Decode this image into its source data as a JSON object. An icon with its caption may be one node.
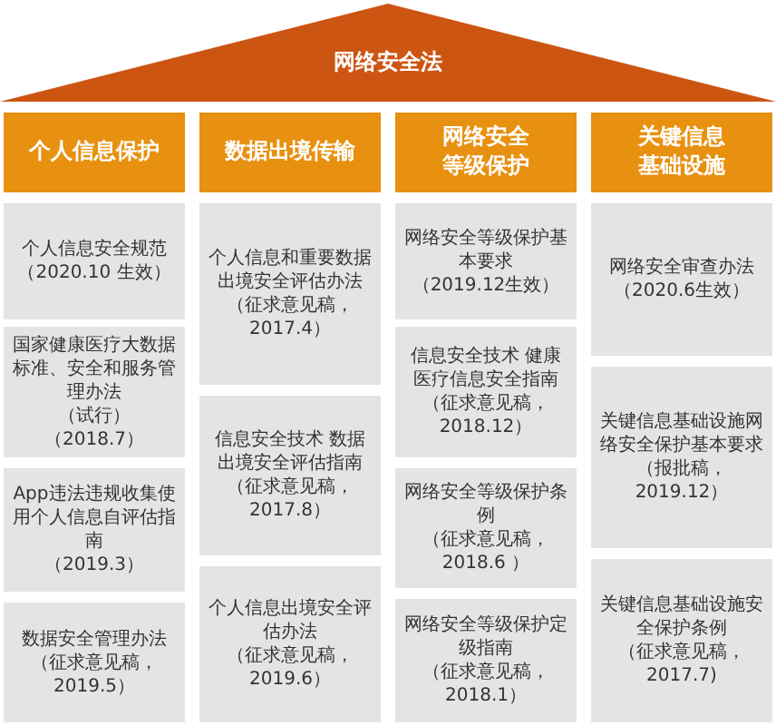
{
  "diagram": {
    "nodes": [
      {
        "text": [
          "网络安全法"
        ]
      },
      {
        "text": [
          "个人信息保护"
        ]
      },
      {
        "text": [
          "数据出境传输"
        ]
      },
      {
        "text": [
          "网络安全等级保护"
        ]
      },
      {
        "text": [
          "关键信息基础设施"
        ]
      },
      {
        "text": [
          "个人信息安全规范",
          "（2020.10 生效）"
        ]
      },
      {
        "text": [
          "国家健康医疗大数据标准、安全和服务管理办法",
          "（试行）",
          "（2018.7）"
        ]
      },
      {
        "text": [
          "App违法违规收集使用个人信息自评估指南",
          "（2019.3）"
        ]
      },
      {
        "text": [
          "数据安全管理办法",
          "（征求意见稿，2019.5）"
        ]
      },
      {
        "text": [
          "个人信息和重要数据出境安全评估办法",
          "（征求意见稿，2017.4）"
        ]
      },
      {
        "text": [
          "信息安全技术 数据出境安全评估指南",
          "（征求意见稿，2017.8）"
        ]
      },
      {
        "text": [
          "个人信息出境安全评估办法",
          "（征求意见稿，2019.6）"
        ]
      },
      {
        "text": [
          "网络安全等级保护基本要求",
          "（2019.12生效）"
        ]
      },
      {
        "text": [
          "信息安全技术 健康医疗信息安全指南",
          "（征求意见稿，2018.12）"
        ]
      },
      {
        "text": [
          "网络安全等级保护条例",
          "（征求意见稿，2018.6 ）"
        ]
      },
      {
        "text": [
          "网络安全等级保护定级指南",
          "（征求意见稿，2018.1）"
        ]
      },
      {
        "text": [
          "网络安全审查办法",
          "（2020.6生效）"
        ]
      },
      {
        "text": [
          "关键信息基础设施网络安全保护基本要求",
          "（报批稿，2019.12）"
        ]
      },
      {
        "text": [
          "关键信息基础设施安全保护条例",
          "（征求意见稿，2017.7)"
        ]
      }
    ]
  }
}
